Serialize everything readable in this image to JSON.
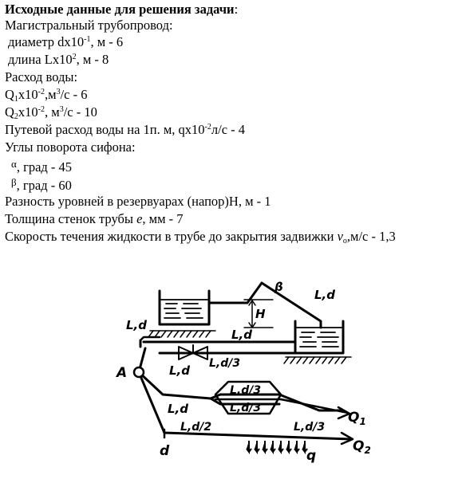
{
  "heading": "Исходные данные для решения задачи",
  "heading_colon": ":",
  "pipeline": {
    "title": "Магистральный трубопровод:",
    "diameter": {
      "label": "диаметр dx10",
      "exp": "-1",
      "unit": ", м - 6"
    },
    "length": {
      "label": "длина Lx10",
      "exp": "2",
      "unit": ", м - 8"
    }
  },
  "flow": {
    "title": "Расход воды:",
    "q1": {
      "sym": "Q",
      "idx": "1",
      "mid": "x10",
      "exp": "-2",
      "unit_pre": ",м",
      "unit_exp": "3",
      "unit_post": "/с - 6"
    },
    "q2": {
      "sym": "Q",
      "idx": "2",
      "mid": "x10",
      "exp": "-2",
      "unit_pre": ", м",
      "unit_exp": "3",
      "unit_post": "/с - 10"
    }
  },
  "path_flow": {
    "pre": "Путевой расход воды на 1п. м, qx10",
    "exp": "-2",
    "post": "л/с - 4"
  },
  "angles": {
    "title": "Углы поворота сифона:",
    "alpha": {
      "sym": "α",
      "text": ", град - 45"
    },
    "beta": {
      "sym": "β",
      "text": ", град - 60"
    }
  },
  "head_diff": "Разность уровней в резервуарах (напор)H, м - 1",
  "wall": {
    "pre": "Толщина стенок трубы ",
    "sym": "e",
    "post": ", мм - 7"
  },
  "velocity": {
    "pre": "Скорость течения жидкости в трубе до закрытия задвижки ",
    "sym": "v",
    "sub": "o",
    "post": ",м/с - 1,3"
  },
  "diagram": {
    "labels": {
      "beta": "β",
      "Ld_top": "L,d",
      "H": "H",
      "Ld_left": "L,d",
      "Ld_mid": "L,d",
      "A": "A",
      "Ld_A": "L,d",
      "Ld3_a": "L,d/3",
      "Ld3_hex_top": "L,d/3",
      "Ld3_hex_bot": "L,d/3",
      "Ld_low": "L,d",
      "Ld2": "L,d/2",
      "Ld3_b": "L,d/3",
      "Q1": "Q",
      "Q1_idx": "1",
      "Q2": "Q",
      "Q2_idx": "2",
      "d_bottom": "d",
      "q": "q"
    }
  }
}
